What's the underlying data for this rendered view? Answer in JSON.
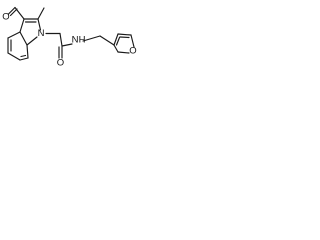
{
  "structure": {
    "atom_labels": {
      "aldehyde_oxygen": "O",
      "indole_nitrogen": "N",
      "amide_oxygen": "O",
      "amide_nitrogen": "N",
      "amide_hydrogen": "H",
      "furan_oxygen": "O"
    }
  },
  "colors": {
    "bond": "#1a1a1a",
    "label": "#111111",
    "background": "#ffffff"
  }
}
